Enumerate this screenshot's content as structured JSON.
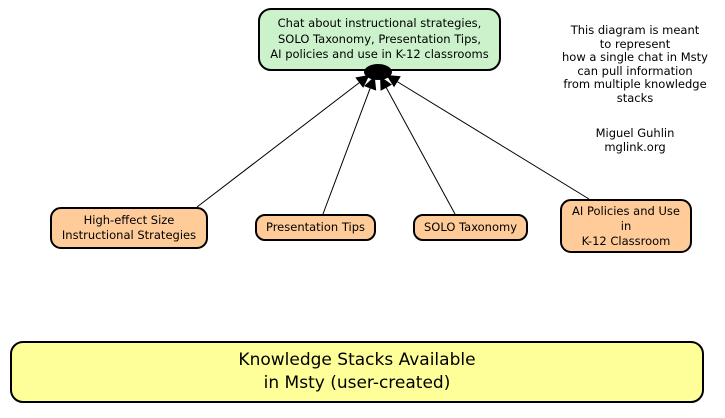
{
  "diagram": {
    "chat_node": {
      "label": "Chat about instructional strategies,\nSOLO Taxonomy, Presentation Tips,\nAI policies and use in K-12 classrooms"
    },
    "annotation": {
      "text": "This diagram is meant\nto represent\nhow a single chat in Msty\ncan pull information\nfrom multiple knowledge\nstacks"
    },
    "credit": {
      "name": "Miguel Guhlin",
      "site": "mglink.org"
    },
    "stacks": [
      {
        "label": "High-effect Size\nInstructional Strategies"
      },
      {
        "label": "Presentation Tips"
      },
      {
        "label": "SOLO Taxonomy"
      },
      {
        "label": "AI Policies and Use\nin\nK-12 Classroom"
      }
    ],
    "footer": {
      "label": "Knowledge Stacks Available\nin Msty (user-created)"
    },
    "colors": {
      "chat_fill": "#ccf2cc",
      "stack_fill": "#ffcc99",
      "footer_fill": "#ffff99",
      "border": "#000000",
      "connector": "#000000"
    }
  }
}
